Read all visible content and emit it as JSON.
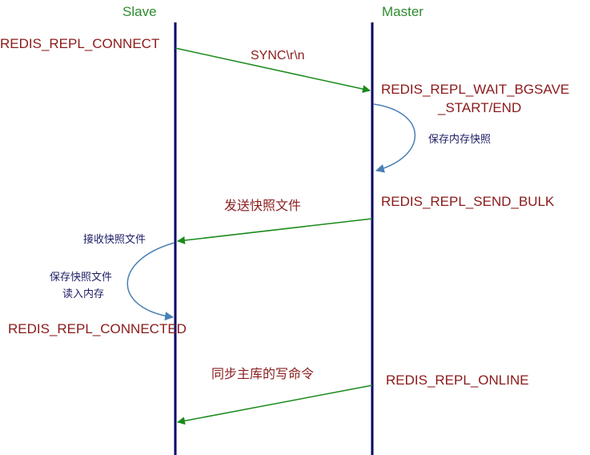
{
  "participants": {
    "slave": "Slave",
    "master": "Master"
  },
  "states": {
    "slave_connect": "REDIS_REPL_CONNECT",
    "master_wait_bgsave_line1": "REDIS_REPL_WAIT_BGSAVE",
    "master_wait_bgsave_line2": "_START/END",
    "master_send_bulk": "REDIS_REPL_SEND_BULK",
    "slave_connected": "REDIS_REPL_CONNECTED",
    "master_online": "REDIS_REPL_ONLINE"
  },
  "messages": {
    "sync": "SYNC\\r\\n",
    "send_snapshot": "发送快照文件",
    "sync_write_commands": "同步主库的写命令"
  },
  "notes": {
    "save_snapshot": "保存内存快照",
    "receive_snapshot": "接收快照文件",
    "save_snapshot_file": "保存快照文件",
    "load_into_memory": "读入内存"
  },
  "colors": {
    "lifeline": "#000066",
    "participant_text": "#2e8b2e",
    "state_text": "#8b1a1a",
    "message_arrow": "#1a8a1a",
    "message_text": "#8b2020",
    "self_arrow": "#4a7fb5",
    "note_text": "#1c1c66"
  }
}
